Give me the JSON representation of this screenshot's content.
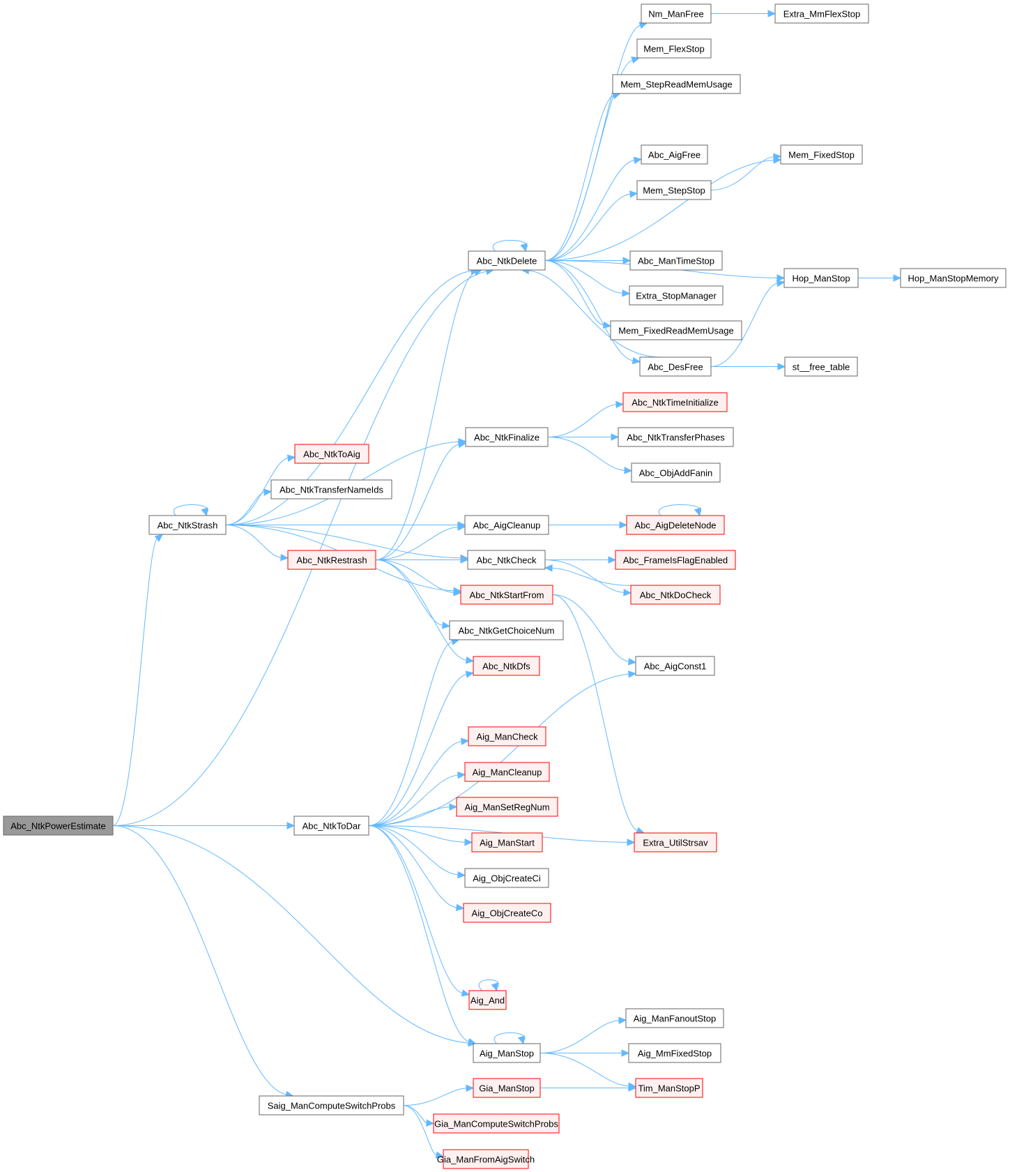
{
  "graph": {
    "title": "Call graph of Abc_NtkPowerEstimate",
    "colors": {
      "edge": "#63b8ff",
      "root_fill": "#999999",
      "truncated_border": "#ff0000",
      "truncated_fill": "#fff0f0",
      "plain_border": "#666666"
    },
    "nodes": [
      {
        "id": "Abc_NtkPowerEstimate",
        "label": "Abc_NtkPowerEstimate",
        "style": "root"
      },
      {
        "id": "Abc_NtkStrash",
        "label": "Abc_NtkStrash",
        "style": "plain"
      },
      {
        "id": "Abc_NtkToDar",
        "label": "Abc_NtkToDar",
        "style": "plain"
      },
      {
        "id": "Saig_ManComputeSwitchProbs",
        "label": "Saig_ManComputeSwitchProbs",
        "style": "plain"
      },
      {
        "id": "Abc_NtkDelete",
        "label": "Abc_NtkDelete",
        "style": "plain"
      },
      {
        "id": "Abc_NtkToAig",
        "label": "Abc_NtkToAig",
        "style": "truncated"
      },
      {
        "id": "Abc_NtkTransferNameIds",
        "label": "Abc_NtkTransferNameIds",
        "style": "plain"
      },
      {
        "id": "Abc_NtkRestrash",
        "label": "Abc_NtkRestrash",
        "style": "truncated"
      },
      {
        "id": "Abc_NtkFinalize",
        "label": "Abc_NtkFinalize",
        "style": "plain"
      },
      {
        "id": "Abc_AigCleanup",
        "label": "Abc_AigCleanup",
        "style": "plain"
      },
      {
        "id": "Abc_NtkCheck",
        "label": "Abc_NtkCheck",
        "style": "plain"
      },
      {
        "id": "Abc_NtkStartFrom",
        "label": "Abc_NtkStartFrom",
        "style": "truncated"
      },
      {
        "id": "Abc_NtkGetChoiceNum",
        "label": "Abc_NtkGetChoiceNum",
        "style": "plain"
      },
      {
        "id": "Abc_NtkDfs",
        "label": "Abc_NtkDfs",
        "style": "truncated"
      },
      {
        "id": "Aig_ManCheck",
        "label": "Aig_ManCheck",
        "style": "truncated"
      },
      {
        "id": "Aig_ManCleanup",
        "label": "Aig_ManCleanup",
        "style": "truncated"
      },
      {
        "id": "Aig_ManSetRegNum",
        "label": "Aig_ManSetRegNum",
        "style": "truncated"
      },
      {
        "id": "Aig_ManStart",
        "label": "Aig_ManStart",
        "style": "truncated"
      },
      {
        "id": "Aig_ObjCreateCi",
        "label": "Aig_ObjCreateCi",
        "style": "plain"
      },
      {
        "id": "Aig_ObjCreateCo",
        "label": "Aig_ObjCreateCo",
        "style": "truncated"
      },
      {
        "id": "Aig_And",
        "label": "Aig_And",
        "style": "truncated"
      },
      {
        "id": "Aig_ManStop",
        "label": "Aig_ManStop",
        "style": "plain"
      },
      {
        "id": "Gia_ManStop",
        "label": "Gia_ManStop",
        "style": "truncated"
      },
      {
        "id": "Gia_ManComputeSwitchProbs",
        "label": "Gia_ManComputeSwitchProbs",
        "style": "truncated"
      },
      {
        "id": "Gia_ManFromAigSwitch",
        "label": "Gia_ManFromAigSwitch",
        "style": "truncated"
      },
      {
        "id": "Nm_ManFree",
        "label": "Nm_ManFree",
        "style": "plain"
      },
      {
        "id": "Mem_FlexStop",
        "label": "Mem_FlexStop",
        "style": "plain"
      },
      {
        "id": "Mem_StepReadMemUsage",
        "label": "Mem_StepReadMemUsage",
        "style": "plain"
      },
      {
        "id": "Abc_AigFree",
        "label": "Abc_AigFree",
        "style": "plain"
      },
      {
        "id": "Mem_StepStop",
        "label": "Mem_StepStop",
        "style": "plain"
      },
      {
        "id": "Abc_ManTimeStop",
        "label": "Abc_ManTimeStop",
        "style": "plain"
      },
      {
        "id": "Extra_StopManager",
        "label": "Extra_StopManager",
        "style": "plain"
      },
      {
        "id": "Mem_FixedReadMemUsage",
        "label": "Mem_FixedReadMemUsage",
        "style": "plain"
      },
      {
        "id": "Abc_DesFree",
        "label": "Abc_DesFree",
        "style": "plain"
      },
      {
        "id": "Abc_NtkTimeInitialize",
        "label": "Abc_NtkTimeInitialize",
        "style": "truncated"
      },
      {
        "id": "Abc_NtkTransferPhases",
        "label": "Abc_NtkTransferPhases",
        "style": "plain"
      },
      {
        "id": "Abc_ObjAddFanin",
        "label": "Abc_ObjAddFanin",
        "style": "plain"
      },
      {
        "id": "Abc_AigDeleteNode",
        "label": "Abc_AigDeleteNode",
        "style": "truncated"
      },
      {
        "id": "Abc_FrameIsFlagEnabled",
        "label": "Abc_FrameIsFlagEnabled",
        "style": "truncated"
      },
      {
        "id": "Abc_NtkDoCheck",
        "label": "Abc_NtkDoCheck",
        "style": "truncated"
      },
      {
        "id": "Abc_AigConst1",
        "label": "Abc_AigConst1",
        "style": "plain"
      },
      {
        "id": "Extra_UtilStrsav",
        "label": "Extra_UtilStrsav",
        "style": "truncated"
      },
      {
        "id": "Aig_ManFanoutStop",
        "label": "Aig_ManFanoutStop",
        "style": "plain"
      },
      {
        "id": "Aig_MmFixedStop",
        "label": "Aig_MmFixedStop",
        "style": "plain"
      },
      {
        "id": "Tim_ManStopP",
        "label": "Tim_ManStopP",
        "style": "truncated"
      },
      {
        "id": "Extra_MmFlexStop",
        "label": "Extra_MmFlexStop",
        "style": "plain"
      },
      {
        "id": "Mem_FixedStop",
        "label": "Mem_FixedStop",
        "style": "plain"
      },
      {
        "id": "Hop_ManStop",
        "label": "Hop_ManStop",
        "style": "plain"
      },
      {
        "id": "st__free_table",
        "label": "st__free_table",
        "style": "plain"
      },
      {
        "id": "Hop_ManStopMemory",
        "label": "Hop_ManStopMemory",
        "style": "plain"
      }
    ],
    "edges": [
      [
        "Abc_NtkPowerEstimate",
        "Abc_NtkDelete"
      ],
      [
        "Abc_NtkPowerEstimate",
        "Abc_NtkStrash"
      ],
      [
        "Abc_NtkPowerEstimate",
        "Abc_NtkToDar"
      ],
      [
        "Abc_NtkPowerEstimate",
        "Aig_ManStop"
      ],
      [
        "Abc_NtkPowerEstimate",
        "Saig_ManComputeSwitchProbs"
      ],
      [
        "Abc_NtkStrash",
        "Abc_NtkStrash"
      ],
      [
        "Abc_NtkStrash",
        "Abc_NtkDelete"
      ],
      [
        "Abc_NtkStrash",
        "Abc_NtkFinalize"
      ],
      [
        "Abc_NtkStrash",
        "Abc_NtkToAig"
      ],
      [
        "Abc_NtkStrash",
        "Abc_NtkTransferNameIds"
      ],
      [
        "Abc_NtkStrash",
        "Abc_AigCleanup"
      ],
      [
        "Abc_NtkStrash",
        "Abc_NtkRestrash"
      ],
      [
        "Abc_NtkStrash",
        "Abc_NtkCheck"
      ],
      [
        "Abc_NtkStrash",
        "Abc_NtkStartFrom"
      ],
      [
        "Abc_NtkRestrash",
        "Abc_NtkDelete"
      ],
      [
        "Abc_NtkRestrash",
        "Abc_NtkFinalize"
      ],
      [
        "Abc_NtkRestrash",
        "Abc_AigCleanup"
      ],
      [
        "Abc_NtkRestrash",
        "Abc_NtkCheck"
      ],
      [
        "Abc_NtkRestrash",
        "Abc_NtkStartFrom"
      ],
      [
        "Abc_NtkRestrash",
        "Abc_NtkGetChoiceNum"
      ],
      [
        "Abc_NtkRestrash",
        "Abc_NtkDfs"
      ],
      [
        "Abc_NtkDelete",
        "Abc_NtkDelete"
      ],
      [
        "Abc_NtkDelete",
        "Nm_ManFree"
      ],
      [
        "Abc_NtkDelete",
        "Mem_FlexStop"
      ],
      [
        "Abc_NtkDelete",
        "Mem_StepReadMemUsage"
      ],
      [
        "Abc_NtkDelete",
        "Mem_FixedStop"
      ],
      [
        "Abc_NtkDelete",
        "Abc_AigFree"
      ],
      [
        "Abc_NtkDelete",
        "Mem_StepStop"
      ],
      [
        "Abc_NtkDelete",
        "Hop_ManStop"
      ],
      [
        "Abc_NtkDelete",
        "Abc_ManTimeStop"
      ],
      [
        "Abc_NtkDelete",
        "Extra_StopManager"
      ],
      [
        "Abc_NtkDelete",
        "Mem_FixedReadMemUsage"
      ],
      [
        "Abc_NtkDelete",
        "Abc_DesFree"
      ],
      [
        "Abc_DesFree",
        "Abc_NtkDelete"
      ],
      [
        "Abc_DesFree",
        "Hop_ManStop"
      ],
      [
        "Abc_DesFree",
        "st__free_table"
      ],
      [
        "Nm_ManFree",
        "Extra_MmFlexStop"
      ],
      [
        "Mem_StepStop",
        "Mem_FixedStop"
      ],
      [
        "Hop_ManStop",
        "Hop_ManStopMemory"
      ],
      [
        "Abc_NtkFinalize",
        "Abc_NtkTimeInitialize"
      ],
      [
        "Abc_NtkFinalize",
        "Abc_NtkTransferPhases"
      ],
      [
        "Abc_NtkFinalize",
        "Abc_ObjAddFanin"
      ],
      [
        "Abc_AigCleanup",
        "Abc_AigDeleteNode"
      ],
      [
        "Abc_AigDeleteNode",
        "Abc_AigDeleteNode"
      ],
      [
        "Abc_NtkCheck",
        "Abc_FrameIsFlagEnabled"
      ],
      [
        "Abc_NtkCheck",
        "Abc_NtkDoCheck"
      ],
      [
        "Abc_NtkDoCheck",
        "Abc_NtkCheck"
      ],
      [
        "Abc_NtkStartFrom",
        "Abc_AigConst1"
      ],
      [
        "Abc_NtkStartFrom",
        "Extra_UtilStrsav"
      ],
      [
        "Abc_NtkToDar",
        "Abc_NtkGetChoiceNum"
      ],
      [
        "Abc_NtkToDar",
        "Abc_NtkDfs"
      ],
      [
        "Abc_NtkToDar",
        "Abc_AigConst1"
      ],
      [
        "Abc_NtkToDar",
        "Aig_ManCheck"
      ],
      [
        "Abc_NtkToDar",
        "Aig_ManCleanup"
      ],
      [
        "Abc_NtkToDar",
        "Aig_ManSetRegNum"
      ],
      [
        "Abc_NtkToDar",
        "Aig_ManStart"
      ],
      [
        "Abc_NtkToDar",
        "Aig_ObjCreateCi"
      ],
      [
        "Abc_NtkToDar",
        "Aig_ObjCreateCo"
      ],
      [
        "Abc_NtkToDar",
        "Extra_UtilStrsav"
      ],
      [
        "Abc_NtkToDar",
        "Aig_And"
      ],
      [
        "Abc_NtkToDar",
        "Aig_ManStop"
      ],
      [
        "Aig_And",
        "Aig_And"
      ],
      [
        "Aig_ManStop",
        "Aig_ManStop"
      ],
      [
        "Aig_ManStop",
        "Aig_ManFanoutStop"
      ],
      [
        "Aig_ManStop",
        "Aig_MmFixedStop"
      ],
      [
        "Aig_ManStop",
        "Tim_ManStopP"
      ],
      [
        "Saig_ManComputeSwitchProbs",
        "Gia_ManStop"
      ],
      [
        "Saig_ManComputeSwitchProbs",
        "Gia_ManComputeSwitchProbs"
      ],
      [
        "Saig_ManComputeSwitchProbs",
        "Gia_ManFromAigSwitch"
      ],
      [
        "Gia_ManStop",
        "Tim_ManStopP"
      ]
    ]
  }
}
